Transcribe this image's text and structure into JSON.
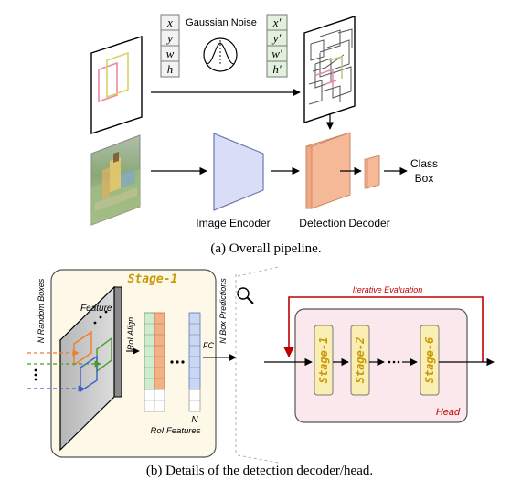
{
  "panel_a": {
    "input_vars": [
      "x",
      "y",
      "w",
      "h"
    ],
    "noisy_vars": [
      "x'",
      "y'",
      "w'",
      "h'"
    ],
    "noise_label": "Gaussian Noise",
    "encoder_label": "Image Encoder",
    "decoder_label": "Detection Decoder",
    "output_class": "Class",
    "output_box": "Box",
    "caption": "(a) Overall pipeline."
  },
  "panel_b": {
    "stage_title": "Stage-1",
    "random_boxes": "N Random Boxes",
    "feature_label": "Feature",
    "roi_align": "RoI Align",
    "n_label": "N",
    "roi_features": "RoI Features",
    "fc_label": "FC",
    "box_predictions": "N Box Predictions",
    "iterative": "Iterative Evaluation",
    "stages": [
      "Stage-1",
      "Stage-2",
      "Stage-6"
    ],
    "head_label": "Head",
    "caption": "(b) Details of the detection decoder/head."
  },
  "colors": {
    "encoder_fill": "#d9def6",
    "decoder_fill": "#f6b998",
    "green_cells": "#cfeccf",
    "orange_cells": "#f4b183",
    "blue_cells": "#c9d6f4",
    "stage_panel": "#fdf8e8",
    "head_fill": "#fbe8ec",
    "stage_box": "#fbeeb2",
    "stage_text": "#c99a08",
    "iterative_red": "#c00000",
    "box_orange": "#ed7d31",
    "box_green": "#4a9a2a",
    "box_blue": "#3a62c4"
  }
}
